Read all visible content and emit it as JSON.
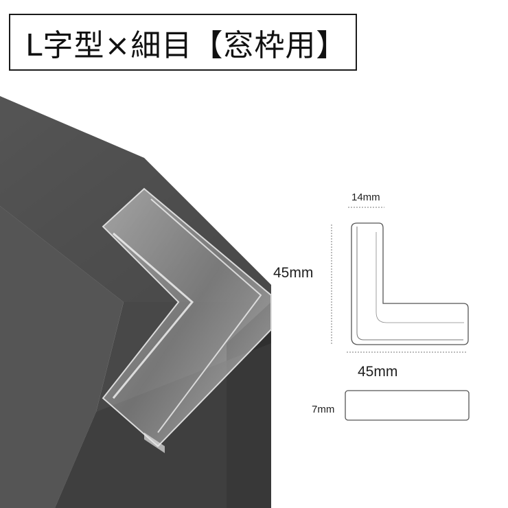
{
  "title": "L字型×細目【窓枠用】",
  "dimensions": {
    "width_top": "14mm",
    "height": "45mm",
    "width": "45mm",
    "thickness": "7mm"
  },
  "colors": {
    "frame": "#4f4f4f",
    "frame_shadow": "#3a3a3a",
    "outline": "#555555"
  }
}
